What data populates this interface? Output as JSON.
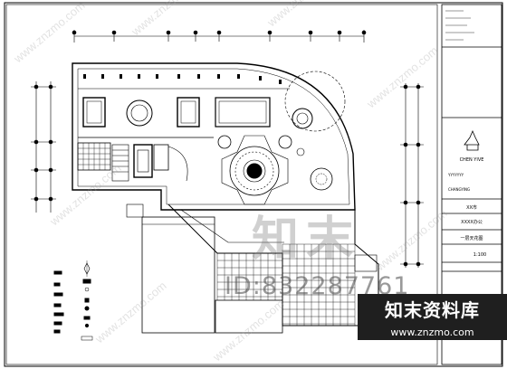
{
  "title_block": {
    "logo_text": "CHEN YIVE",
    "company_line": "YYYYYYY",
    "company_label": "CHANGYING",
    "project_name": "XX市",
    "project_sub": "XXXX办公",
    "drawing_name": "一层天花图",
    "scale": "1:100"
  },
  "watermarks": {
    "id_text": "ID:832287761",
    "brand_name": "知末资料库",
    "brand_url": "www.znzmo.com",
    "big_logo": "知末",
    "tiled_url": "www.znzmo.com"
  },
  "colors": {
    "line": "#000000",
    "banner_bg": "#1f1f1f",
    "banner_text": "#ffffff"
  }
}
